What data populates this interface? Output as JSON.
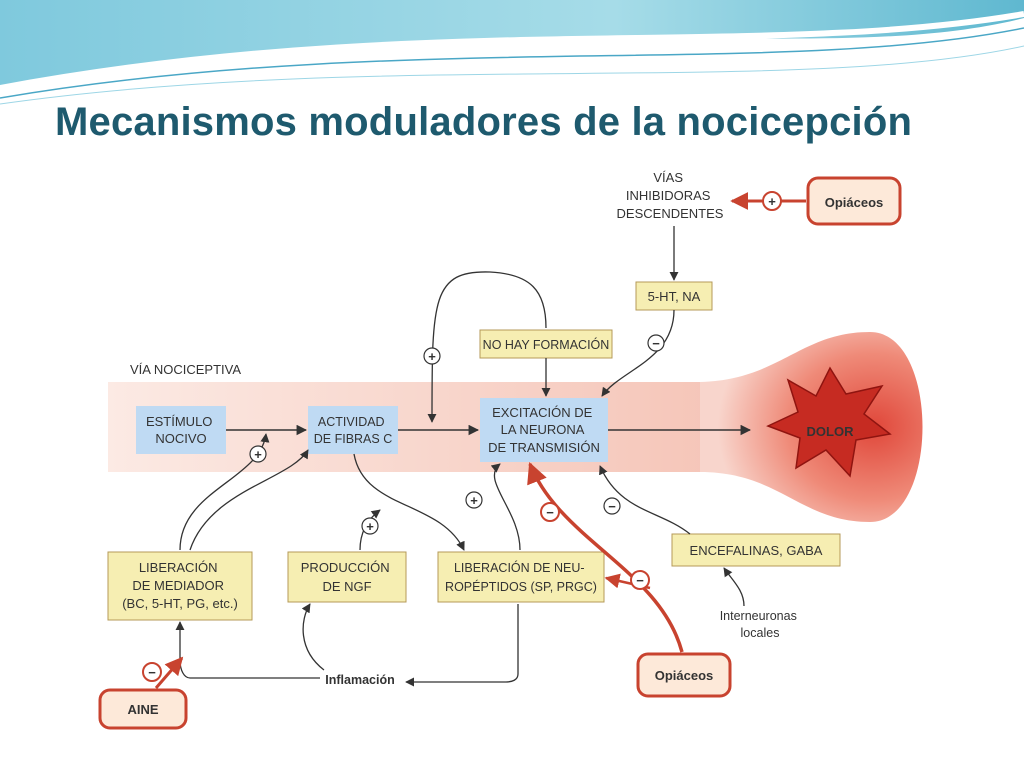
{
  "slide": {
    "title": "Mecanismos moduladores de la nocicepción"
  },
  "diagram": {
    "pathway_label": "VÍA NOCICEPTIVA",
    "nodes": {
      "estimulo": [
        "ESTÍMULO",
        "NOCIVO"
      ],
      "actividad": [
        "ACTIVIDAD",
        "DE FIBRAS C"
      ],
      "excitacion": [
        "EXCITACIÓN DE",
        "LA NEURONA",
        "DE TRANSMISIÓN"
      ],
      "dolor": "DOLOR",
      "no_formacion": "NO HAY FORMACIÓN",
      "ht_na": "5-HT, NA",
      "vias": [
        "VÍAS",
        "INHIBIDORAS",
        "DESCENDENTES"
      ],
      "opiaceos_top": "Opiáceos",
      "opiaceos_bottom": "Opiáceos",
      "encefalinas": "ENCEFALINAS, GABA",
      "interneuronas": [
        "Interneuronas",
        "locales"
      ],
      "liberacion_mediador": [
        "LIBERACIÓN",
        "DE MEDIADOR",
        "(BC, 5-HT, PG, etc.)"
      ],
      "produccion_ngf": [
        "PRODUCCIÓN",
        "DE NGF"
      ],
      "liberacion_neuropeptidos": [
        "LIBERACIÓN DE NEU-",
        "ROPÉPTIDOS (SP, PRGC)"
      ],
      "inflamacion": "Inflamación",
      "aine": "AINE"
    },
    "signs": {
      "plus": "+",
      "minus": "−"
    },
    "colors": {
      "title": "#1e5a6e",
      "process_box": "#bfdaf3",
      "mediator_box": "#f6eeb2",
      "drug_border": "#c8432f",
      "drug_fill": "#fde9d9",
      "pathway_band": "#f6d3c7",
      "pain_star": "#c62b22"
    }
  }
}
